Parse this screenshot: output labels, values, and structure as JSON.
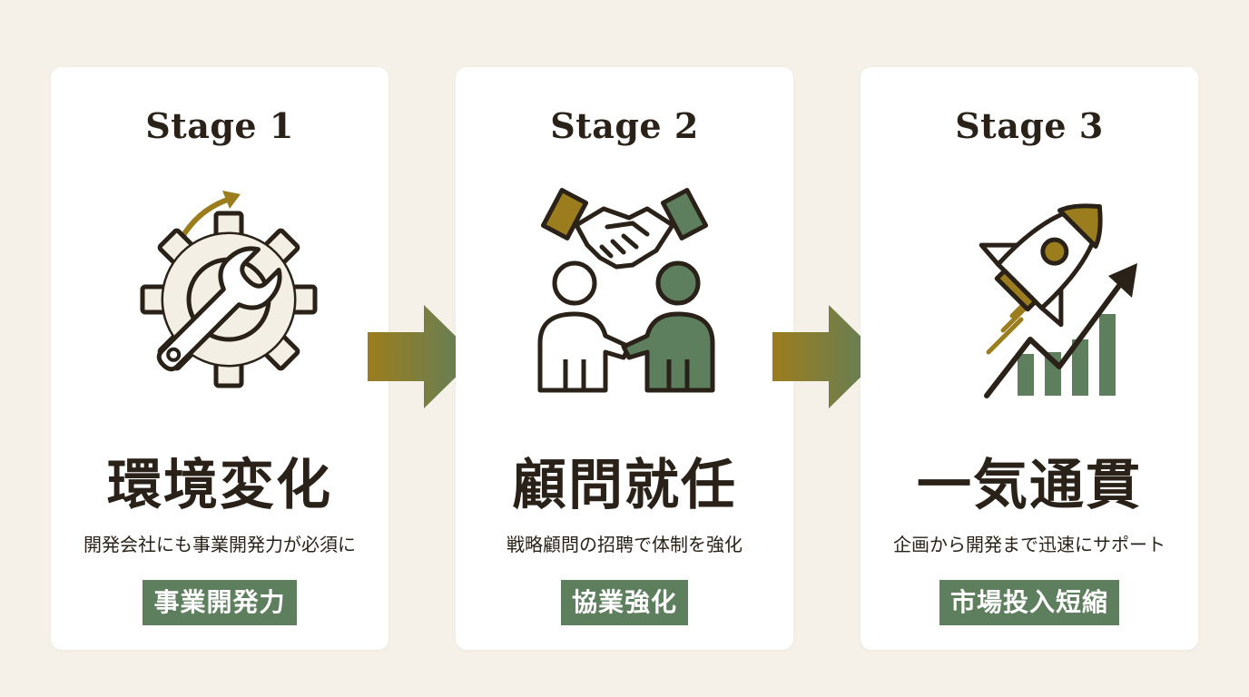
{
  "stages": [
    {
      "label": "Stage 1",
      "title": "環境変化",
      "description": "開発会社にも事業開発力が必須に",
      "badge": "事業開発力",
      "icon": "gear-wrench-icon"
    },
    {
      "label": "Stage 2",
      "title": "顧問就任",
      "description": "戦略顧問の招聘で体制を強化",
      "badge": "協業強化",
      "icon": "handshake-people-icon"
    },
    {
      "label": "Stage 3",
      "title": "一気通貫",
      "description": "企画から開発まで迅速にサポート",
      "badge": "市場投入短縮",
      "icon": "rocket-growth-icon"
    }
  ],
  "colors": {
    "background": "#f5f1e8",
    "card": "#ffffff",
    "text": "#2a2218",
    "accent_green": "#5e7f5e",
    "accent_gold": "#9c7d1e",
    "icon_fill": "#f3efe4"
  }
}
